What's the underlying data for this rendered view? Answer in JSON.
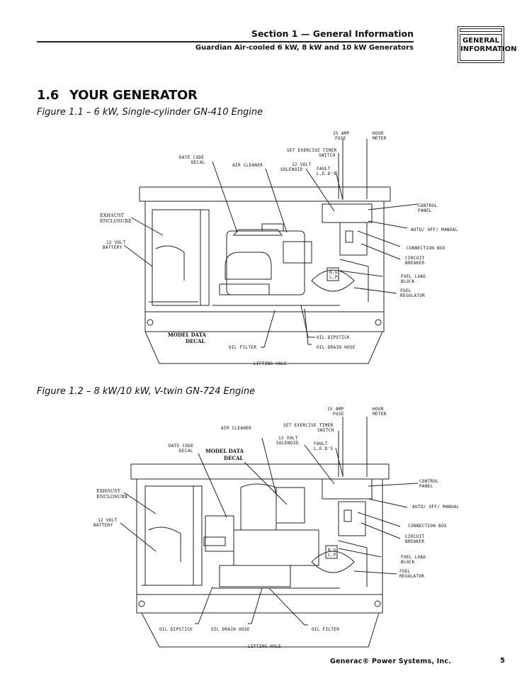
{
  "header": {
    "section": "Section 1 — General Information",
    "subtitle": "Guardian Air-cooled 6 kW, 8 kW and 10 kW Generators",
    "tab_line1": "GENERAL",
    "tab_line2": "INFORMATION"
  },
  "section_title": {
    "number": "1.6",
    "text": "YOUR GENERATOR"
  },
  "figure1": {
    "caption": "Figure 1.1 – 6 kW, Single-cylinder GN-410 Engine",
    "labels": {
      "fuse_15amp_1": "15 AMP",
      "fuse_15amp_2": "FUSE",
      "hour_meter_1": "HOUR",
      "hour_meter_2": "METER",
      "exercise_1": "SET EXERCISE TIMER",
      "exercise_2": "SWITCH",
      "date_code_1": "DATE CODE",
      "date_code_2": "DECAL",
      "air_cleaner": "AIR CLEANER",
      "solenoid_1": "12 VOLT",
      "solenoid_2": "SOLENOID",
      "fault_1": "FAULT",
      "fault_2": "L.E.D'S",
      "control_1": "CONTROL",
      "control_2": "PANEL",
      "exhaust_1": "EXHAUST",
      "exhaust_2": "ENCLOSURE",
      "auto_off": "AUTO/ OFF/ MANUAL",
      "battery_1": "12 VOLT",
      "battery_2": "BATTERY",
      "conn_box": "CONNECTION BOX",
      "breaker_1": "CIRCUIT",
      "breaker_2": "BREAKER",
      "fuel_load_1": "FUEL LOAD",
      "fuel_load_2": "BLOCK",
      "fuel_reg_1": "FUEL",
      "fuel_reg_2": "REGULATOR",
      "model_1": "MODEL DATA",
      "model_2": "DECAL",
      "dipstick": "OIL DIPSTICK",
      "oil_filter": "OIL FILTER",
      "drain_hose": "OIL DRAIN HOSE",
      "lifting_hole": "LIFTING HOLE",
      "ng_lp": "N.G.\nL.P."
    }
  },
  "figure2": {
    "caption": "Figure 1.2 – 8 kW/10 kW, V-twin GN-724 Engine",
    "labels": {
      "fuse_15amp_1": "15 AMP",
      "fuse_15amp_2": "FUSE",
      "hour_meter_1": "HOUR",
      "hour_meter_2": "METER",
      "exercise_1": "SET EXERCISE TIMER",
      "exercise_2": "SWITCH",
      "air_cleaner": "AIR CLEANER",
      "solenoid_1": "12 VOLT",
      "solenoid_2": "SOLENOID",
      "date_code_1": "DATE CODE",
      "date_code_2": "DECAL",
      "model_1": "MODEL DATA",
      "model_2": "DECAL",
      "fault_1": "FAULT",
      "fault_2": "L.E.D'S",
      "control_1": "CONTROL",
      "control_2": "PANEL",
      "exhaust_1": "EXHAUST",
      "exhaust_2": "ENCLOSURE",
      "auto_off": "AUTO/ OFF/ MANUAL",
      "battery_1": "12 VOLT",
      "battery_2": "BATTERY",
      "conn_box": "CONNECTION BOX",
      "breaker_1": "CIRCUIT",
      "breaker_2": "BREAKER",
      "fuel_load_1": "FUEL LOAD",
      "fuel_load_2": "BLOCK",
      "fuel_reg_1": "FUEL",
      "fuel_reg_2": "REGULATOR",
      "dipstick": "OIL DIPSTICK",
      "drain_hose": "OIL DRAIN HOSE",
      "oil_filter": "OIL FILTER",
      "lifting_hole": "LIFTING HOLE"
    }
  },
  "footer": {
    "company": "Generac® Power Systems, Inc.",
    "page": "5"
  }
}
